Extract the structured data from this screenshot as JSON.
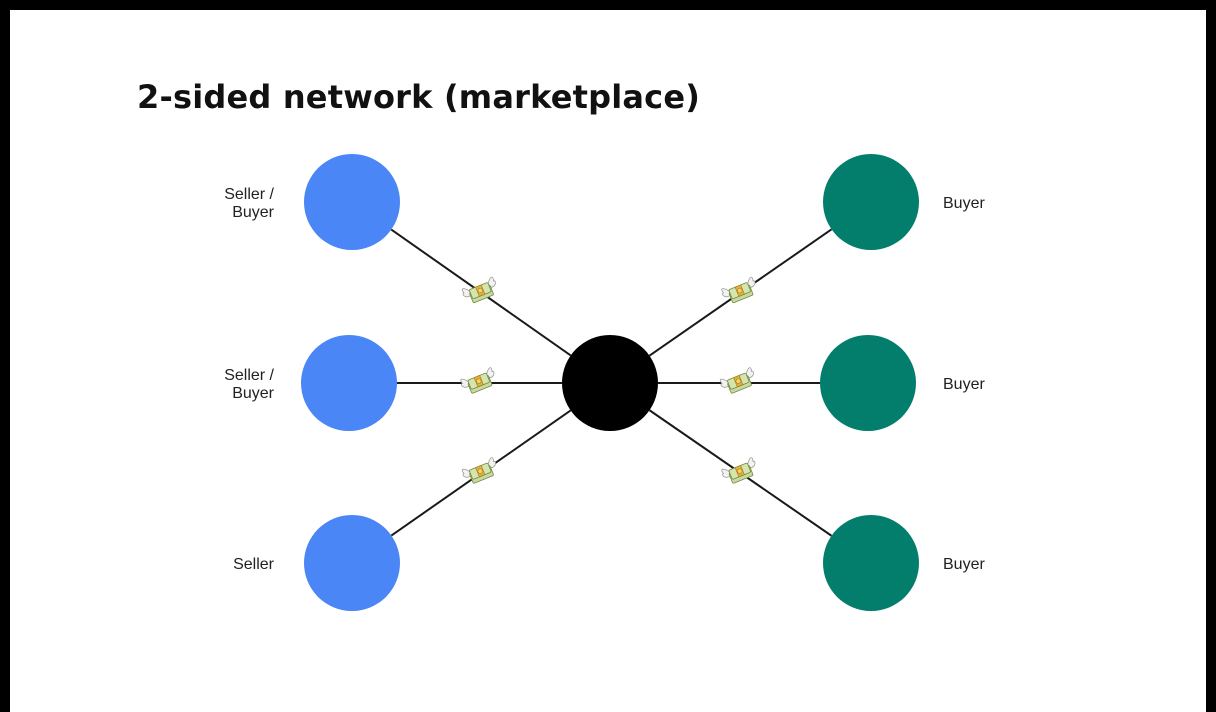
{
  "title": "2-sided network (marketplace)",
  "colors": {
    "seller_node": "#4a86f5",
    "buyer_node": "#047e6c",
    "hub_node": "#000000",
    "edge": "#1a1a1a"
  },
  "icons": {
    "transaction": "flying-money-icon"
  },
  "left_nodes": [
    {
      "label_lines": [
        "Seller /",
        "Buyer"
      ]
    },
    {
      "label_lines": [
        "Seller /",
        "Buyer"
      ]
    },
    {
      "label_lines": [
        "Seller"
      ]
    }
  ],
  "right_nodes": [
    {
      "label_lines": [
        "Buyer"
      ]
    },
    {
      "label_lines": [
        "Buyer"
      ]
    },
    {
      "label_lines": [
        "Buyer"
      ]
    }
  ]
}
